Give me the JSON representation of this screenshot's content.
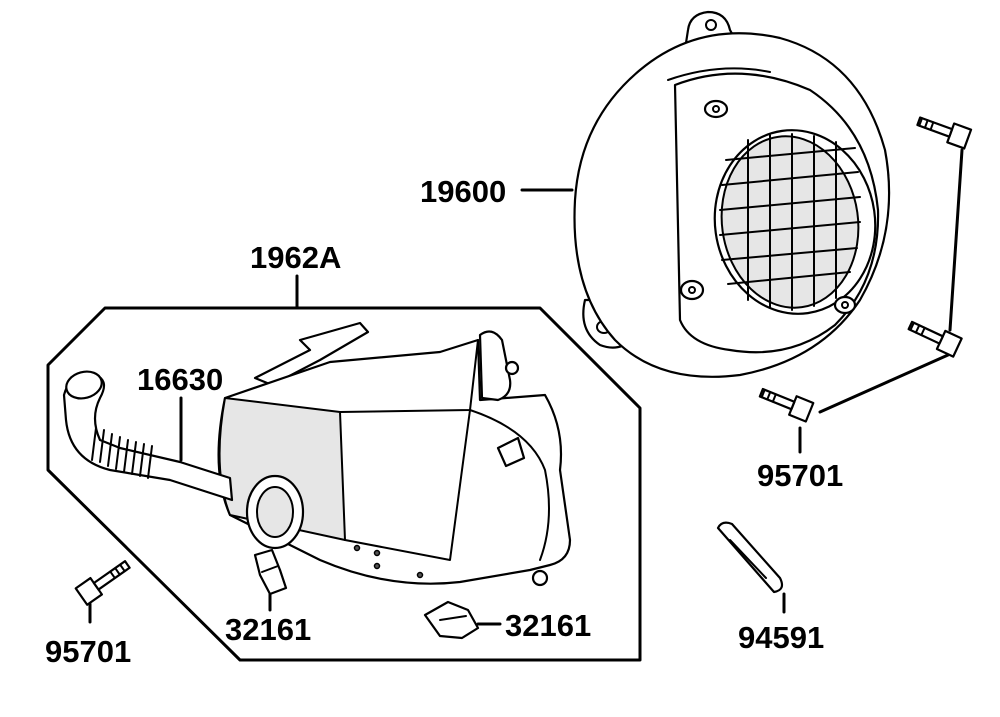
{
  "labels": {
    "fan_cover": "19600",
    "shroud_assembly": "1962A",
    "hose": "16630",
    "bolts_right": "95701",
    "bolt_left": "95701",
    "clip_lower_left": "32161",
    "clip_lower_right": "32161",
    "clip_right": "94591"
  }
}
